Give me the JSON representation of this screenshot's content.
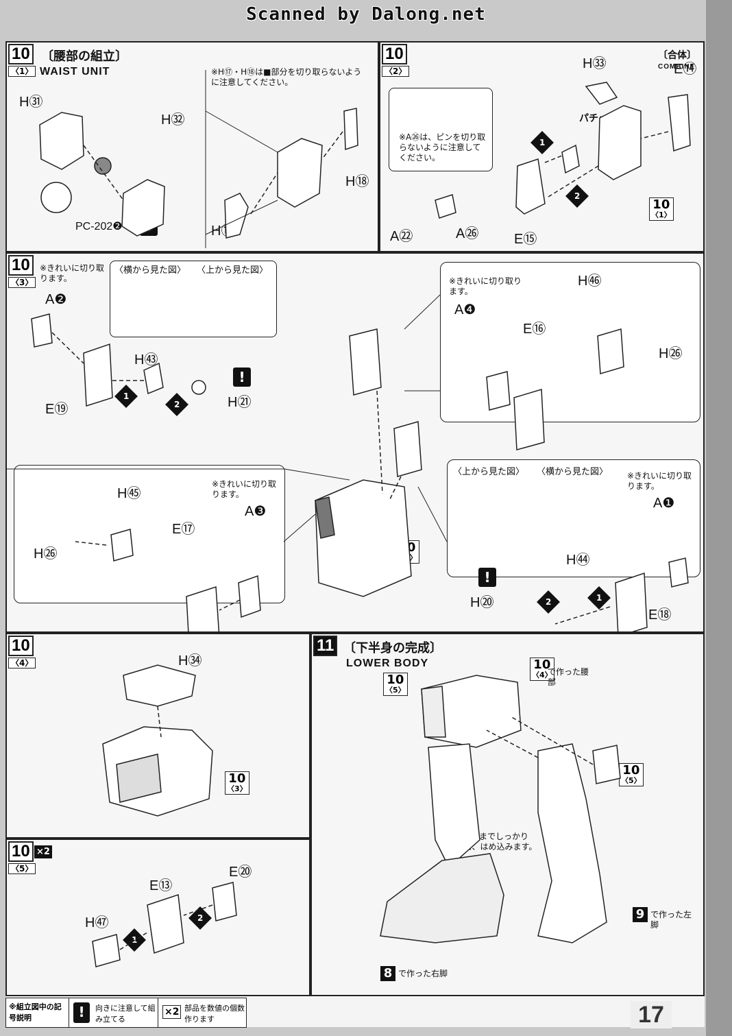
{
  "header": {
    "scan_credit": "Scanned by Dalong.net"
  },
  "steps": {
    "s10_1": {
      "num": "10",
      "sub": "〈1〉",
      "jp": "〔腰部の組立〕",
      "en": "WAIST UNIT",
      "note": "※H⑰・H⑱は■部分を切り取らないように注意してください。",
      "parts": [
        "H㉛",
        "H㉜",
        "H⑱",
        "H⑰",
        "PC-202❷"
      ]
    },
    "s10_2": {
      "num": "10",
      "sub": "〈2〉",
      "jp": "〔合体〕",
      "en": "COMBINE",
      "note": "※A㉖は、ピンを切り取らないように注意してください。",
      "parts": [
        "H㉝",
        "E⑭",
        "E⑮",
        "A㉒",
        "A㉖"
      ],
      "sfx": "パチッ"
    },
    "s10_3": {
      "num": "10",
      "sub": "〈3〉",
      "side_view": "〈横から見た図〉",
      "top_view": "〈上から見た図〉",
      "clean_cut": "※きれいに切り取ります。",
      "parts": [
        "A❷",
        "H㊸",
        "E⑲",
        "H㉑",
        "A❹",
        "E⑯",
        "H㊻",
        "H㉖",
        "H㊺",
        "H㉖",
        "E⑰",
        "A❸",
        "A❶",
        "H㊹",
        "H⑳",
        "E⑱"
      ]
    },
    "s10_4": {
      "num": "10",
      "sub": "〈4〉",
      "parts": [
        "H㉞"
      ]
    },
    "s10_5": {
      "num": "10",
      "sub": "〈5〉",
      "mult": "×2",
      "parts": [
        "E⑳",
        "E⑬",
        "H㊼"
      ]
    },
    "s11": {
      "num": "11",
      "jp": "〔下半身の完成〕",
      "en": "LOWER BODY",
      "made_in_4": "で作った腰部",
      "push_note": "※奥までしっかりと、はめ込みます。",
      "left_leg": "で作った左脚",
      "right_leg": "で作った右脚",
      "ref8": "8",
      "ref9": "9"
    }
  },
  "legend": {
    "title": "※組立図中の記号説明",
    "warn_text": "向きに注意して組み立てる",
    "mult_sym": "×2",
    "mult_text": "部品を数値の個数作ります"
  },
  "page_number": "17"
}
